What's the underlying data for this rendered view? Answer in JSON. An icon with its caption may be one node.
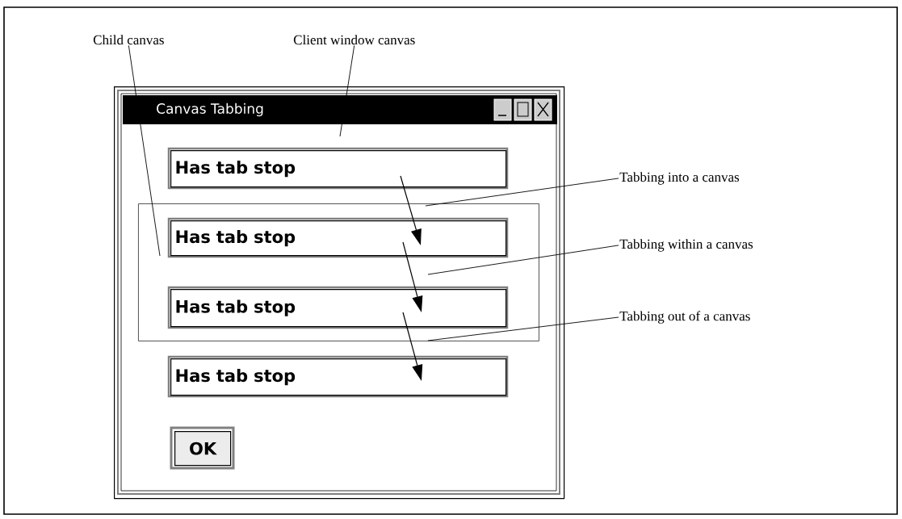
{
  "diagram": {
    "nodes": [
      {
        "text": [
          "Canvas Tabbing"
        ]
      },
      {
        "text": [],
        "shape": "box",
        "in": 0
      },
      {
        "text": [
          "Has tab stop"
        ],
        "in": 0
      },
      {
        "text": [
          "Has tab stop"
        ],
        "in": 1
      },
      {
        "text": [
          "Has tab stop"
        ],
        "in": 1
      },
      {
        "text": [
          "Has tab stop"
        ],
        "in": 0
      },
      {
        "text": [
          "OK"
        ],
        "in": 0
      },
      {
        "text": [
          "Child canvas"
        ]
      },
      {
        "text": [
          "Client window canvas"
        ]
      },
      {
        "text": [
          "Tabbing into a canvas"
        ]
      },
      {
        "text": [
          "Tabbing within a canvas"
        ]
      },
      {
        "text": [
          "Tabbing out of a canvas"
        ]
      }
    ],
    "edges": [
      {
        "from": 2,
        "to": 3,
        "arrow": "to"
      },
      {
        "from": 3,
        "to": 4,
        "arrow": "to"
      },
      {
        "from": 4,
        "to": 5,
        "arrow": "to"
      },
      {
        "from": 7,
        "to": 1,
        "arrow": "none"
      },
      {
        "from": 8,
        "to": 0,
        "arrow": "none"
      },
      {
        "from": 9,
        "to": 1,
        "arrow": "none"
      },
      {
        "from": 10,
        "to": null,
        "arrow": "none"
      },
      {
        "from": 11,
        "to": 1,
        "arrow": "none"
      }
    ]
  }
}
